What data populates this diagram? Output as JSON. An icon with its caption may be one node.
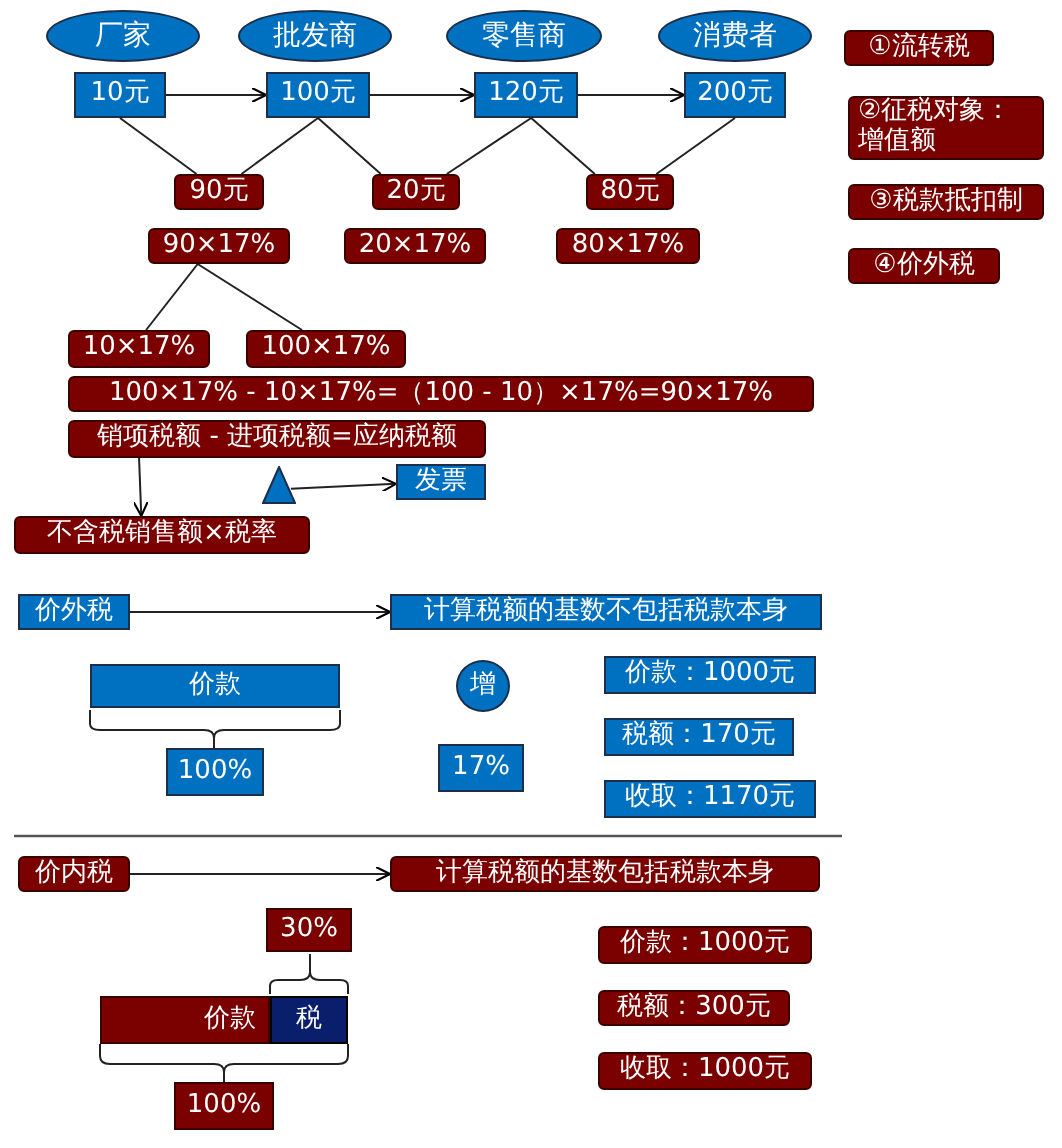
{
  "diagram": {
    "nodes": [
      {
        "text": [
          "厂家"
        ]
      },
      {
        "text": [
          "批发商"
        ]
      },
      {
        "text": [
          "零售商"
        ]
      },
      {
        "text": [
          "消费者"
        ]
      },
      {
        "text": [
          "10元"
        ]
      },
      {
        "text": [
          "100元"
        ]
      },
      {
        "text": [
          "120元"
        ]
      },
      {
        "text": [
          "200元"
        ]
      },
      {
        "text": [
          "90元"
        ]
      },
      {
        "text": [
          "20元"
        ]
      },
      {
        "text": [
          "80元"
        ]
      },
      {
        "text": [
          "90×17%"
        ]
      },
      {
        "text": [
          "20×17%"
        ]
      },
      {
        "text": [
          "80×17%"
        ]
      },
      {
        "text": [
          "①流转税"
        ]
      },
      {
        "text": [
          "②征税对象：增值额"
        ]
      },
      {
        "text": [
          "③税款抵扣制"
        ]
      },
      {
        "text": [
          "④价外税"
        ]
      },
      {
        "text": [
          "10×17%"
        ]
      },
      {
        "text": [
          "100×17%"
        ]
      },
      {
        "text": [
          "100×17% - 10×17%=（100 - 10）×17%=90×17%"
        ]
      },
      {
        "text": [
          "销项税额 - 进项税额=应纳税额"
        ]
      },
      {
        "text": [],
        "shape": "triangle"
      },
      {
        "text": [
          "发票"
        ]
      },
      {
        "text": [
          "不含税销售额×税率"
        ]
      },
      {
        "text": [
          "价外税"
        ]
      },
      {
        "text": [
          "计算税额的基数不包括税款本身"
        ]
      },
      {
        "text": [
          "价款"
        ]
      },
      {
        "text": [
          "100%"
        ]
      },
      {
        "text": [
          "增"
        ]
      },
      {
        "text": [
          "17%"
        ]
      },
      {
        "text": [
          "价款：1000元"
        ]
      },
      {
        "text": [
          "税额：170元"
        ]
      },
      {
        "text": [
          "收取：1170元"
        ]
      },
      {
        "text": [
          "价内税"
        ]
      },
      {
        "text": [
          "计算税额的基数包括税款本身"
        ]
      },
      {
        "text": [
          "30%"
        ]
      },
      {
        "text": [
          "价款"
        ]
      },
      {
        "text": [
          "税"
        ]
      },
      {
        "text": [
          "100%"
        ]
      },
      {
        "text": [
          "价款：1000元"
        ]
      },
      {
        "text": [
          "税额：300元"
        ]
      },
      {
        "text": [
          "收取：1000元"
        ]
      }
    ],
    "edges": [
      {
        "from": 4,
        "to": 5,
        "arrow": "to"
      },
      {
        "from": 5,
        "to": 6,
        "arrow": "to"
      },
      {
        "from": 6,
        "to": 7,
        "arrow": "to"
      },
      {
        "from": 4,
        "to": 8,
        "arrow": "none"
      },
      {
        "from": 5,
        "to": 8,
        "arrow": "none"
      },
      {
        "from": 5,
        "to": 9,
        "arrow": "none"
      },
      {
        "from": 6,
        "to": 9,
        "arrow": "none"
      },
      {
        "from": 6,
        "to": 10,
        "arrow": "none"
      },
      {
        "from": 7,
        "to": 10,
        "arrow": "none"
      },
      {
        "from": 11,
        "to": 18,
        "arrow": "none"
      },
      {
        "from": 11,
        "to": 19,
        "arrow": "none"
      },
      {
        "from": 21,
        "to": 24,
        "arrow": "to"
      },
      {
        "from": 22,
        "to": 23,
        "arrow": "to"
      },
      {
        "from": 25,
        "to": 26,
        "arrow": "to"
      },
      {
        "from": 34,
        "to": 35,
        "arrow": "to"
      }
    ]
  }
}
